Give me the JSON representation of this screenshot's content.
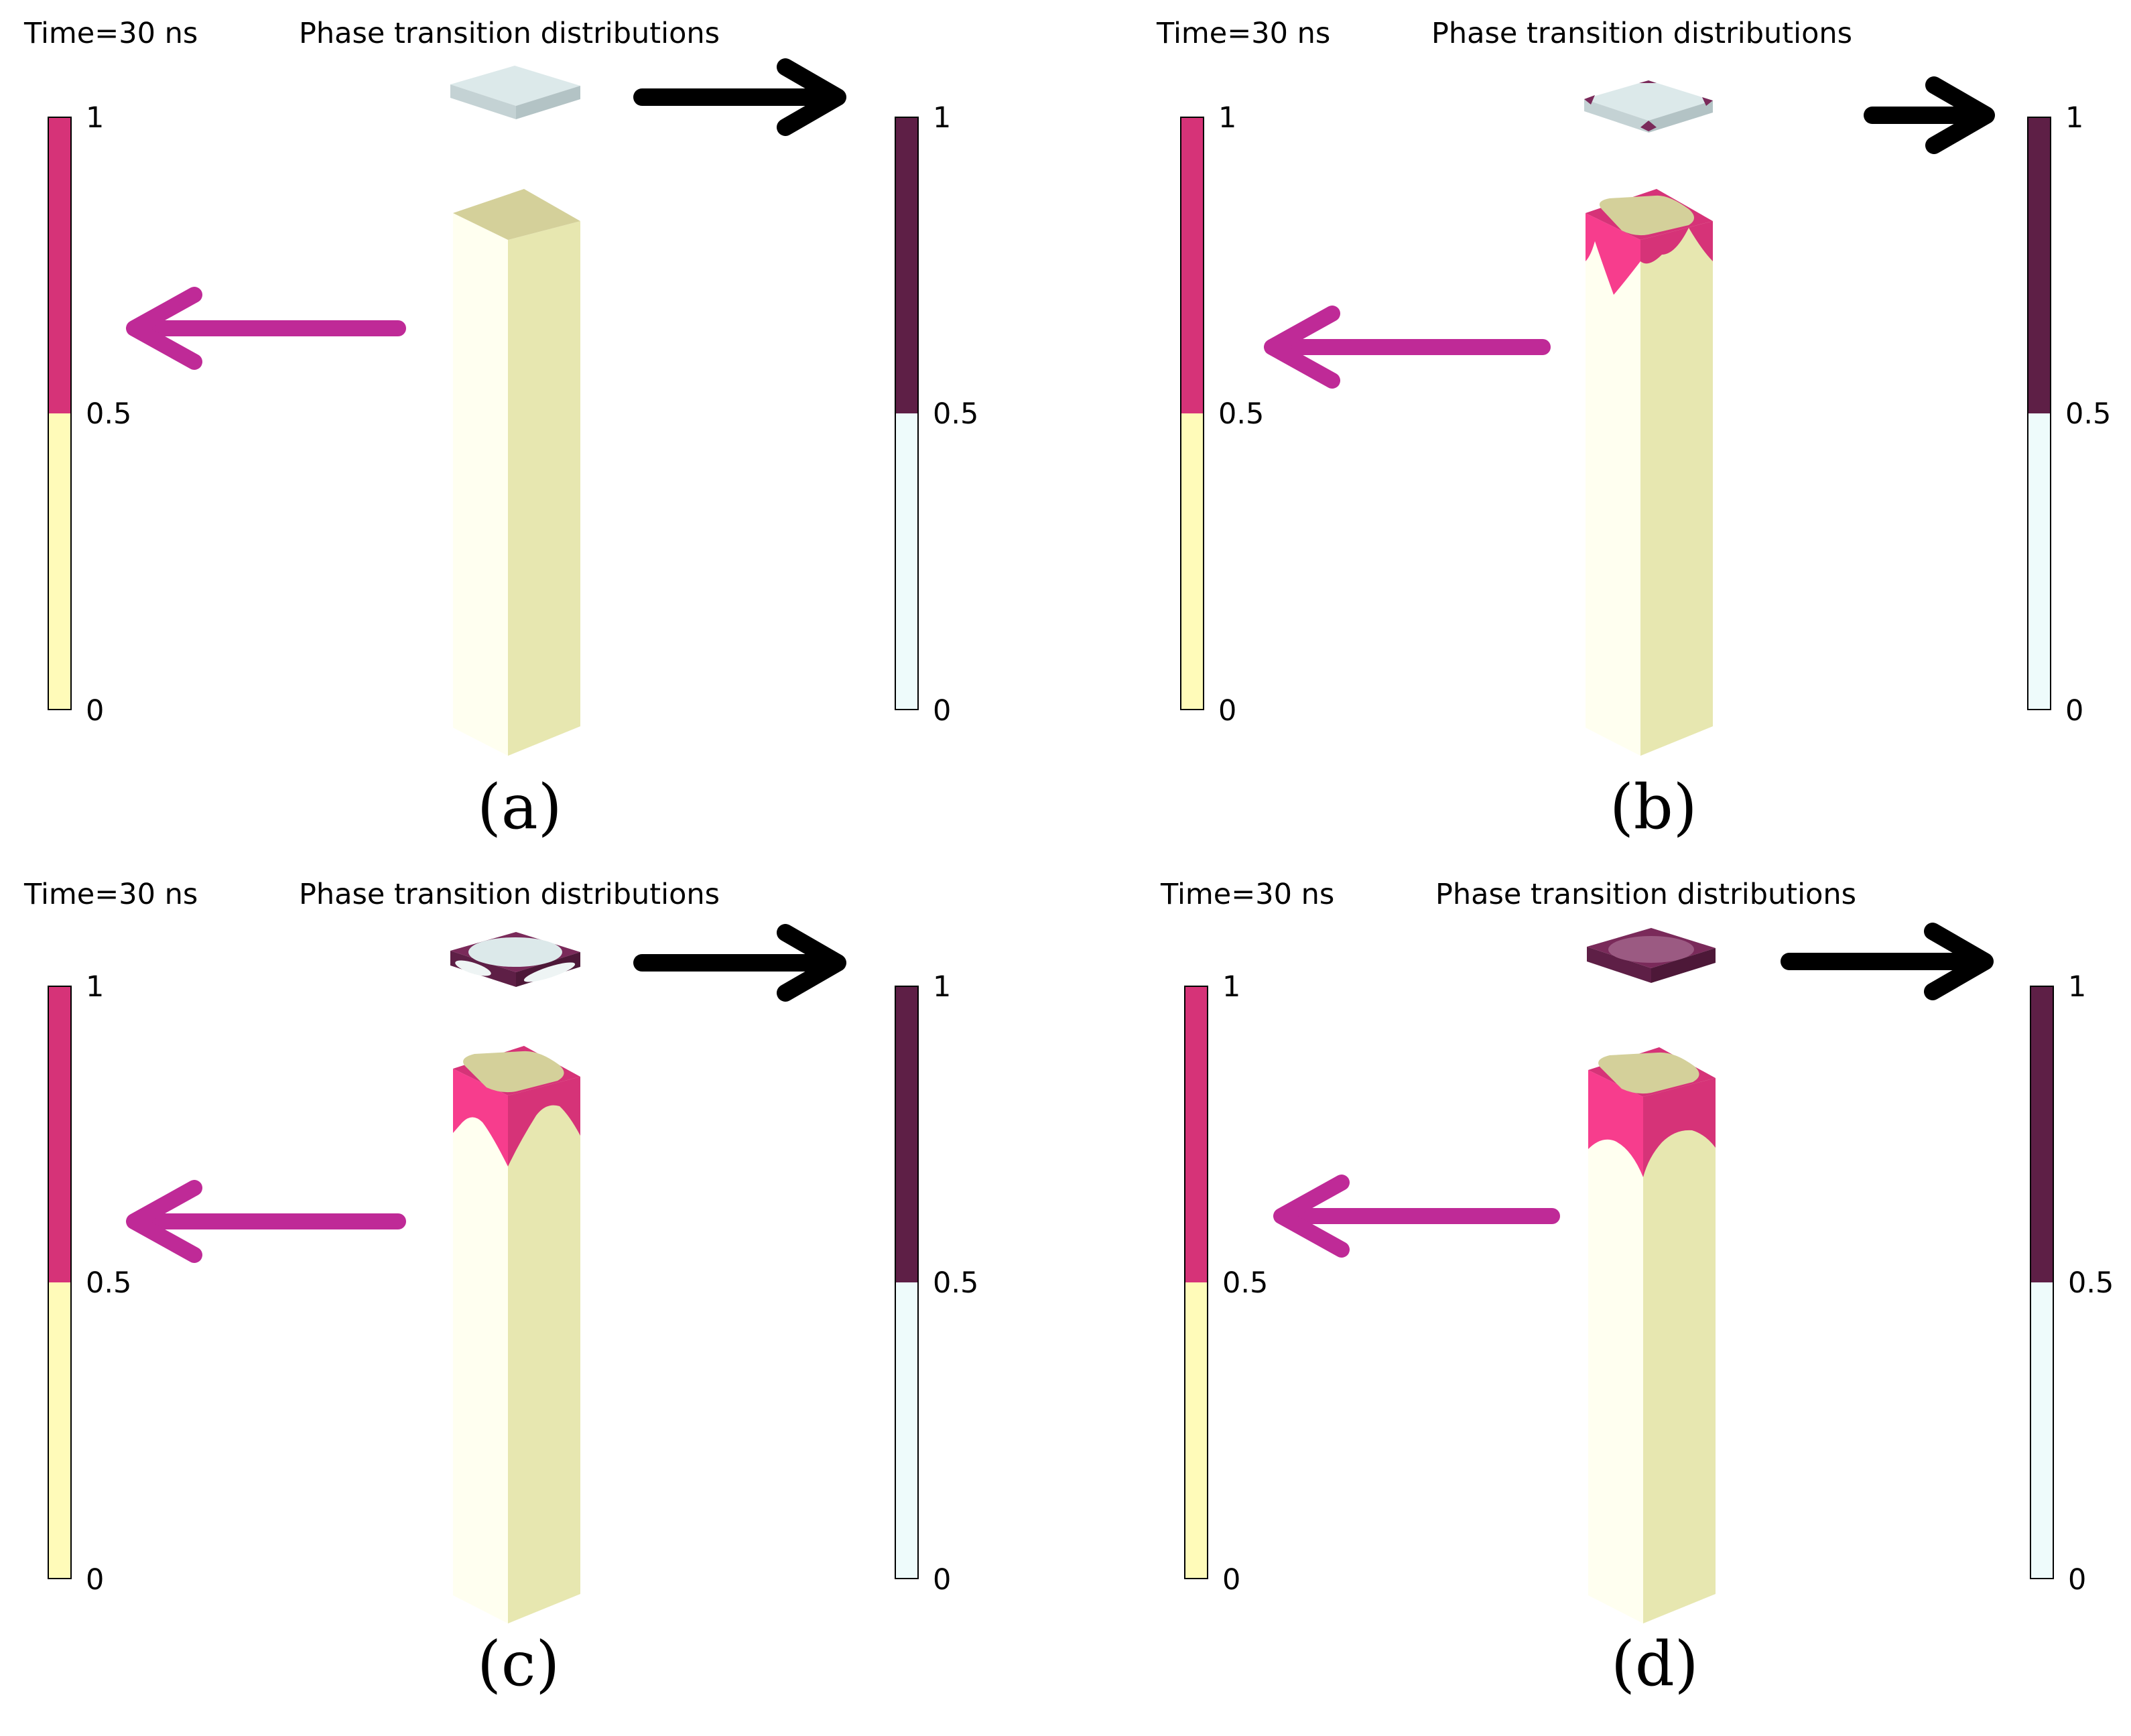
{
  "colors": {
    "pink": "#d63378",
    "dark_purple": "#5e1f46",
    "pale_yellow": "#fffbb9",
    "pale_cyan": "#eefbfb",
    "pillar_front": "#fffff0",
    "pillar_side": "#e7e7b0",
    "pillar_top": "#d4d09a",
    "hot_pink": "#f73d8d",
    "magenta_arrow": "#bf2a97",
    "black_arrow": "#000000",
    "glass_top": "#dce9ea",
    "glass_side": "#c4d2d4"
  },
  "panels": [
    {
      "id": "a",
      "time_label": "Time=30 ns",
      "title": "Phase transition distributions",
      "caption": "(a)",
      "left_scale": {
        "ticks": [
          "1",
          "0.5",
          "0"
        ],
        "threshold": 0.5
      },
      "right_scale": {
        "ticks": [
          "1",
          "0.5",
          "0"
        ],
        "threshold": 0.5
      },
      "pillar_melt_depth": 0.0,
      "cap_state": "none"
    },
    {
      "id": "b",
      "time_label": "Time=30 ns",
      "title": "Phase transition distributions",
      "caption": "(b)",
      "left_scale": {
        "ticks": [
          "1",
          "0.5",
          "0"
        ],
        "threshold": 0.5
      },
      "right_scale": {
        "ticks": [
          "1",
          "0.5",
          "0"
        ],
        "threshold": 0.5
      },
      "pillar_melt_depth": 0.12,
      "cap_state": "corners"
    },
    {
      "id": "c",
      "time_label": "Time=30 ns",
      "title": "Phase transition distributions",
      "caption": "(c)",
      "left_scale": {
        "ticks": [
          "1",
          "0.5",
          "0"
        ],
        "threshold": 0.5
      },
      "right_scale": {
        "ticks": [
          "1",
          "0.5",
          "0"
        ],
        "threshold": 0.5
      },
      "pillar_melt_depth": 0.18,
      "cap_state": "edges"
    },
    {
      "id": "d",
      "time_label": "Time=30 ns",
      "title": "Phase transition distributions",
      "caption": "(d)",
      "left_scale": {
        "ticks": [
          "1",
          "0.5",
          "0"
        ],
        "threshold": 0.5
      },
      "right_scale": {
        "ticks": [
          "1",
          "0.5",
          "0"
        ],
        "threshold": 0.5
      },
      "pillar_melt_depth": 0.24,
      "cap_state": "full"
    }
  ]
}
